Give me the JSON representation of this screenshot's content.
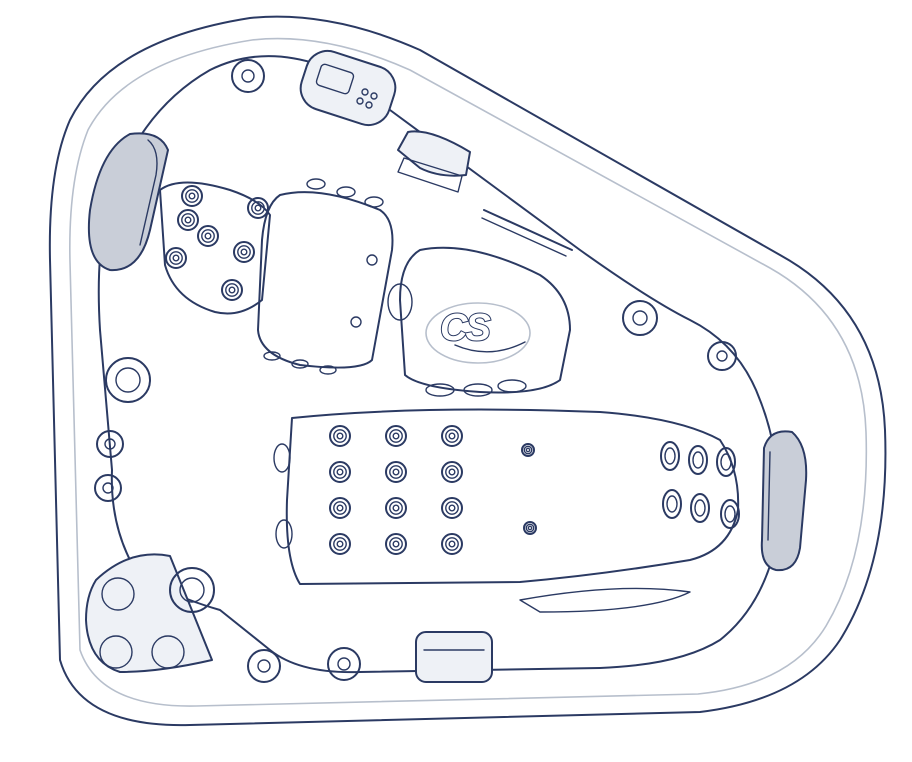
{
  "logo": {
    "text": "CS"
  },
  "colors": {
    "stroke": "#2b3a63",
    "panel_fill": "#eef1f6",
    "pillow_fill": "#c9ced8",
    "background": "#ffffff"
  },
  "jets": {
    "seat_left_cluster": 7,
    "lounger_grid_rows": 4,
    "lounger_grid_cols": 3,
    "foot_cluster": 6
  }
}
